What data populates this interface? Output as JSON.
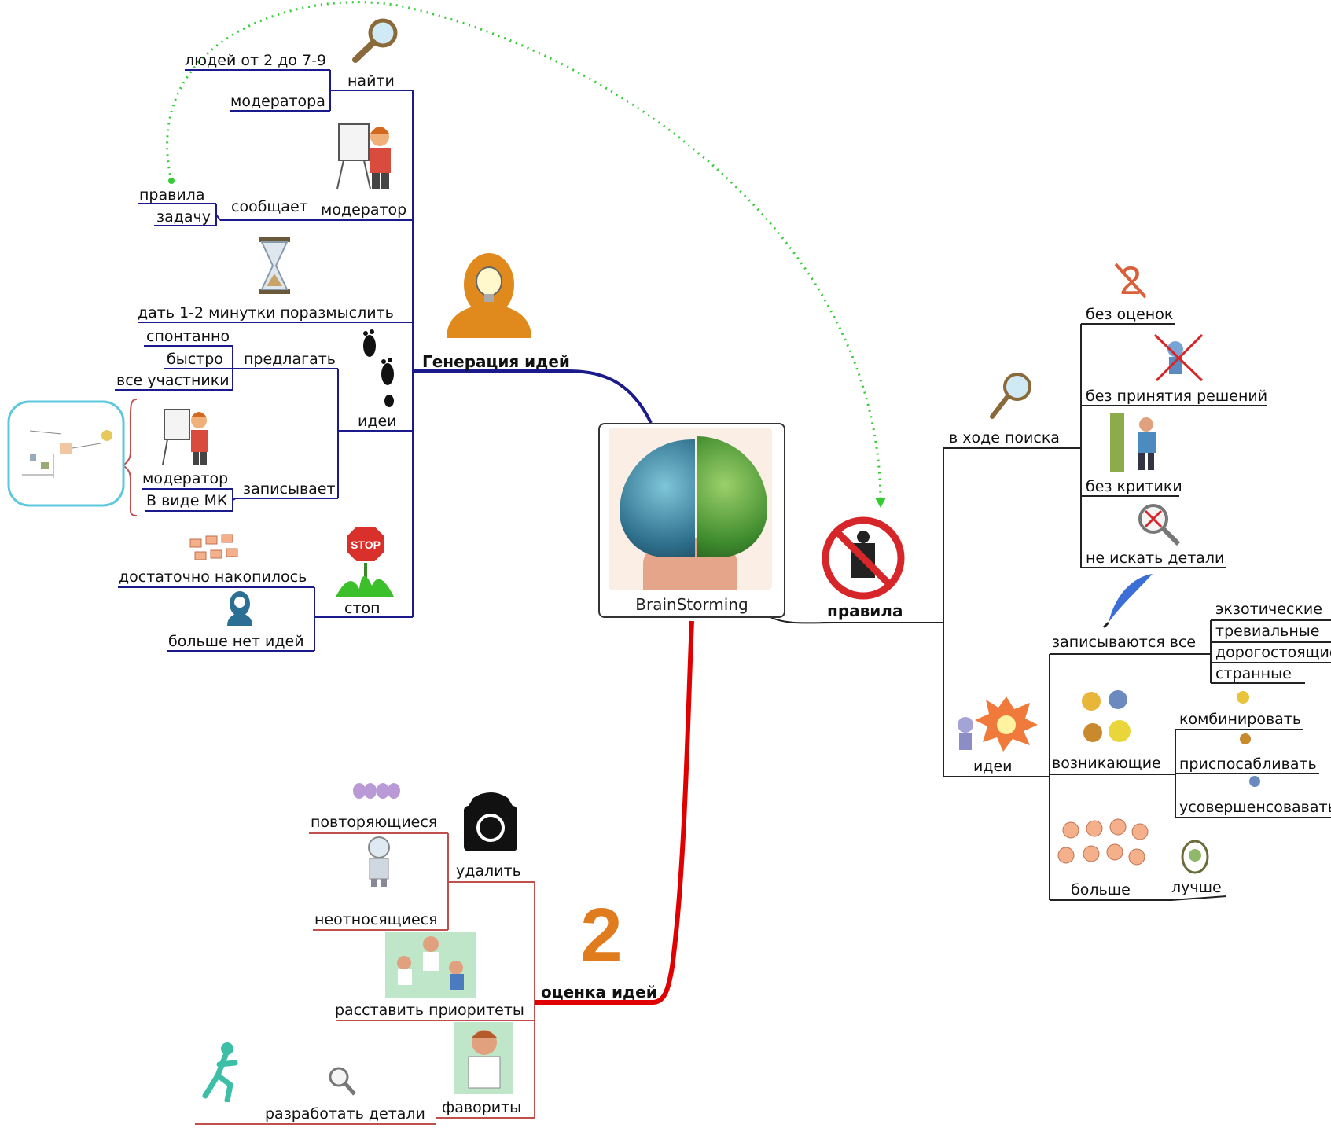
{
  "central": {
    "label": "BrainStorming"
  },
  "branches": {
    "generation": {
      "title": "Генерация идей",
      "find": {
        "label": "найти",
        "people": "людей от 2 до 7-9",
        "moderator": "модератора"
      },
      "moderator": {
        "label": "модератор",
        "informs": "сообщает",
        "rules": "правила",
        "task": "задачу"
      },
      "think": "дать 1-2 минутки поразмыслить",
      "ideas": {
        "label": "идеи",
        "propose": "предлагать",
        "spontaneous": "спонтанно",
        "fast": "быстро",
        "all_participants": "все участники",
        "records": "записывает",
        "rec_moderator": "модератор",
        "as_mindmap": "В виде МК"
      },
      "stop": {
        "label": "стоп",
        "enough": "достаточно накопилось",
        "no_more": "больше нет идей"
      }
    },
    "rules": {
      "title": "правила",
      "search": {
        "label": "в ходе поиска",
        "no_grades": "без оценок",
        "no_decisions": "без принятия решений",
        "no_criticism": "без критики",
        "no_details": "не искать детали"
      },
      "ideas": {
        "label": "идеи",
        "all_recorded": "записываются все",
        "exotic": "экзотические",
        "trivial": "тревиальные",
        "expensive": "дорогостоящие",
        "strange": "странные",
        "emerging": "возникающие",
        "combine": "комбинировать",
        "adapt": "приспосабливать",
        "improve": "усовершенсовавать",
        "more": "больше",
        "better": "лучше"
      }
    },
    "evaluation": {
      "title": "оценка идей",
      "number": "2",
      "delete": "удалить",
      "repeating": "повторяющиеся",
      "irrelevant": "неотносящиеся",
      "prioritize": "расставить приоритеты",
      "favorites": "фавориты",
      "develop": "разработать детали"
    }
  },
  "colors": {
    "generation_branch": "#1a1a8c",
    "rules_branch": "#222222",
    "evaluation_branch": "#e00000",
    "relationship": "#33cc33",
    "bracket": "#c0504d",
    "mindmap_frame": "#5bc8dd",
    "number": "#e07b1e"
  },
  "icons": [
    "magnifier-icon",
    "artist-moderator-icon",
    "hourglass-icon",
    "head-bulb-icon",
    "footprints-icon",
    "stop-sign-icon",
    "idea-heads-icon",
    "no-entry-rules-icon",
    "crossed-grade-icon",
    "crossed-decision-icon",
    "critic-icon",
    "crossed-magnifier-icon",
    "quill-icon",
    "explosion-idea-icon",
    "gears-icon",
    "recycle-bin-icon",
    "runner-icon"
  ]
}
